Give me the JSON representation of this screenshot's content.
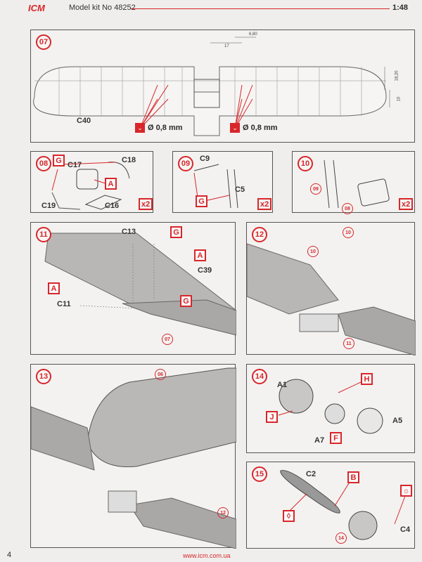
{
  "header": {
    "logo": "ICM",
    "title": "Model kit No 48252",
    "scale": "1:48"
  },
  "steps": {
    "s07": {
      "num": "07",
      "part": "C40",
      "drill": "Ø 0,8 mm",
      "dims": {
        "a": "17",
        "b": "6,80",
        "c": "18,20",
        "d": "10"
      }
    },
    "s08": {
      "num": "08",
      "parts": [
        "C17",
        "C18",
        "C19",
        "C16"
      ],
      "refs": [
        "G",
        "A"
      ],
      "qty": "x2"
    },
    "s09": {
      "num": "09",
      "parts": [
        "C9",
        "C5"
      ],
      "refs": [
        "G"
      ],
      "qty": "x2"
    },
    "s10": {
      "num": "10",
      "subs": [
        "09",
        "08"
      ],
      "qty": "x2"
    },
    "s11": {
      "num": "11",
      "parts": [
        "C13",
        "C39",
        "C11"
      ],
      "refs": [
        "G",
        "A",
        "A",
        "G"
      ],
      "subs": [
        "07"
      ]
    },
    "s12": {
      "num": "12",
      "subs": [
        "10",
        "10",
        "11"
      ]
    },
    "s13": {
      "num": "13",
      "subs": [
        "06",
        "12"
      ]
    },
    "s14": {
      "num": "14",
      "parts": [
        "A1",
        "A5",
        "A7"
      ],
      "refs": [
        "H",
        "J",
        "F"
      ]
    },
    "s15": {
      "num": "15",
      "parts": [
        "C2",
        "C4"
      ],
      "refs": [
        "B"
      ],
      "subs": [
        "14"
      ]
    }
  },
  "footer": {
    "page": "4",
    "url": "www.icm.com.ua"
  }
}
